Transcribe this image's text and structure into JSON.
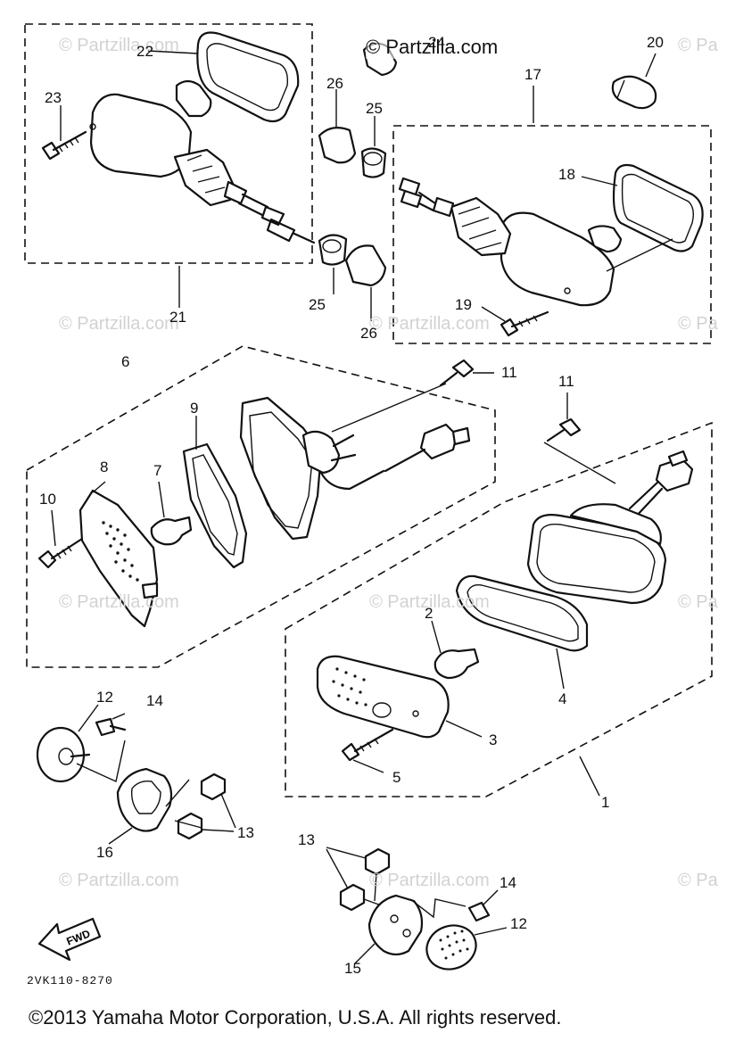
{
  "site_watermark": "© Partzilla.com",
  "watermark_short": "© Pa",
  "diagram_code": "2VK110-8270",
  "copyright": "©2013 Yamaha Motor Corporation, U.S.A. All rights reserved.",
  "fwd_label": "FWD",
  "callouts": {
    "n1": "1",
    "n2": "2",
    "n3": "3",
    "n4": "4",
    "n5": "5",
    "n6": "6",
    "n7": "7",
    "n8": "8",
    "n9": "9",
    "n10": "10",
    "n11a": "11",
    "n11b": "11",
    "n12a": "12",
    "n12b": "12",
    "n13a": "13",
    "n13b": "13",
    "n14a": "14",
    "n14b": "14",
    "n15": "15",
    "n16": "16",
    "n17": "17",
    "n18": "18",
    "n19": "19",
    "n20": "20",
    "n21": "21",
    "n22": "22",
    "n23": "23",
    "n24": "24",
    "n25a": "25",
    "n25b": "25",
    "n26a": "26",
    "n26b": "26"
  }
}
